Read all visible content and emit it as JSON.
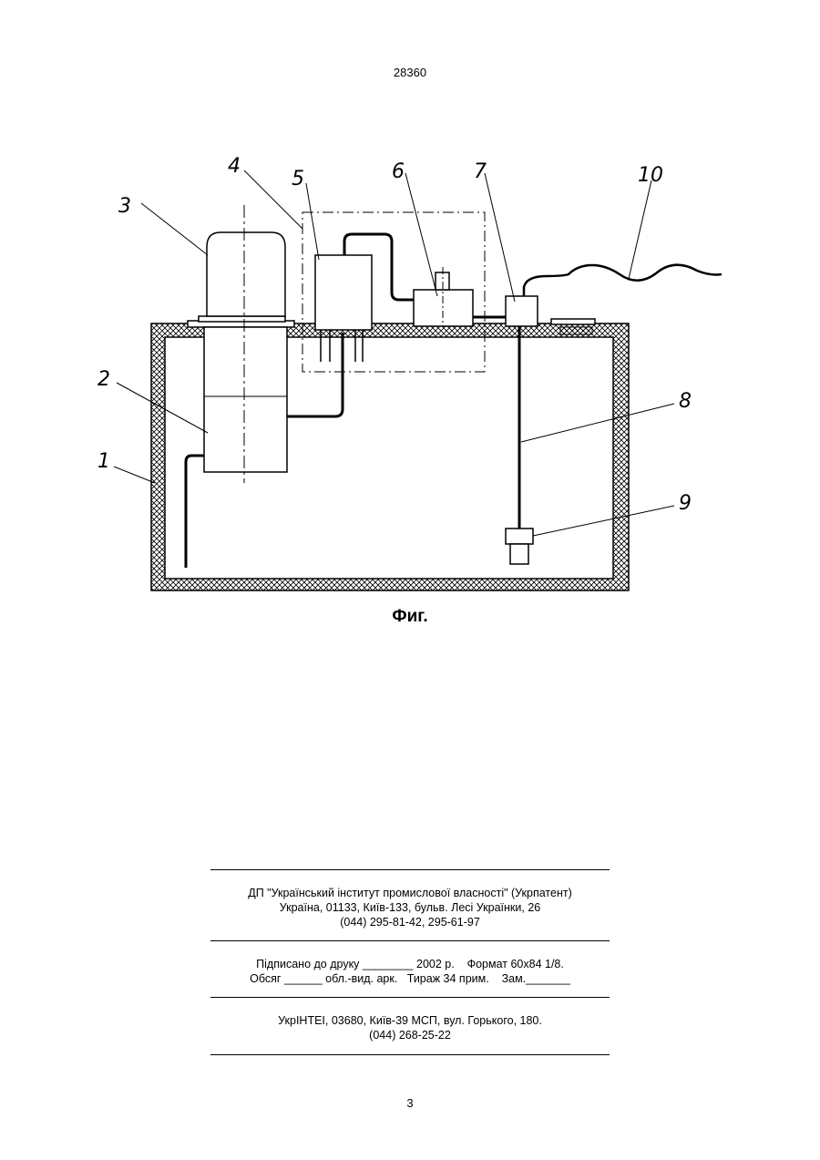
{
  "header": {
    "patent_number": "28360"
  },
  "figure": {
    "labels": {
      "l1": "1",
      "l2": "2",
      "l3": "3",
      "l4": "4",
      "l5": "5",
      "l6": "6",
      "l7": "7",
      "l8": "8",
      "l9": "9",
      "l10": "10"
    },
    "caption": "Фиг."
  },
  "publisher": {
    "line1": "ДП \"Український інститут промислової власності\" (Укрпатент)",
    "line2": "Україна, 01133, Київ-133, бульв. Лесі Українки, 26",
    "line3": "(044) 295-81-42, 295-61-97"
  },
  "imprint": {
    "line1": "Підписано до друку ________ 2002 р.    Формат 60х84 1/8.",
    "line2": "Обсяг ______ обл.-вид. арк.   Тираж 34 прим.    Зам._______"
  },
  "printer": {
    "line1": "УкрІНТЕІ, 03680, Київ-39 МСП, вул. Горького, 180.",
    "line2": "(044) 268-25-22"
  },
  "footer": {
    "page_number": "3"
  }
}
